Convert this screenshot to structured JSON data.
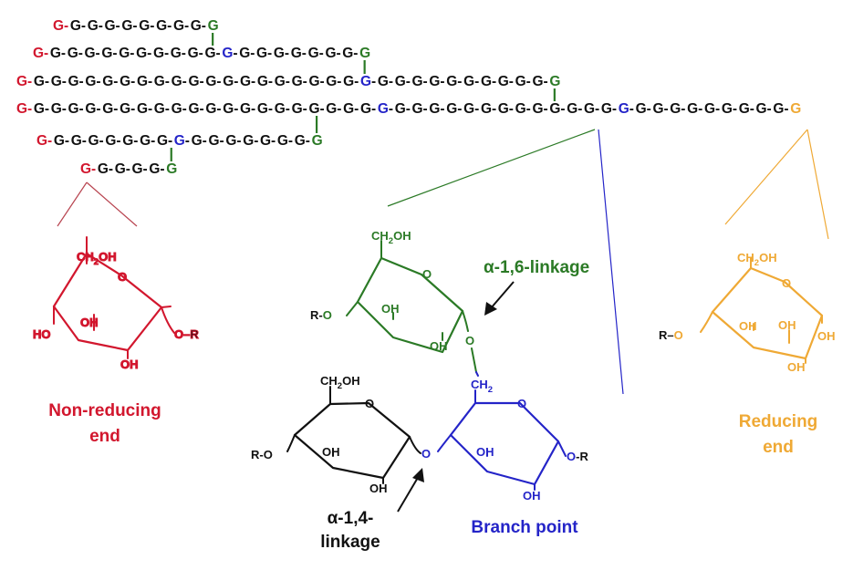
{
  "colors": {
    "red": "#d2172e",
    "green": "#2b7a26",
    "blue": "#2424c8",
    "orange": "#efa935",
    "black": "#111111"
  },
  "glucose_chain": {
    "unit": "G",
    "separator": "-",
    "rows": [
      [
        "r",
        "k",
        "k",
        "k",
        "k",
        "k",
        "k",
        "k",
        "k",
        "g"
      ],
      [
        "r",
        "k",
        "k",
        "k",
        "k",
        "k",
        "k",
        "k",
        "k",
        "k",
        "k",
        "b",
        "k",
        "k",
        "k",
        "k",
        "k",
        "k",
        "k",
        "g"
      ],
      [
        "r",
        "k",
        "k",
        "k",
        "k",
        "k",
        "k",
        "k",
        "k",
        "k",
        "k",
        "k",
        "k",
        "k",
        "k",
        "k",
        "k",
        "k",
        "k",
        "k",
        "b",
        "k",
        "k",
        "k",
        "k",
        "k",
        "k",
        "k",
        "k",
        "k",
        "k",
        "g"
      ],
      [
        "r",
        "k",
        "k",
        "k",
        "k",
        "k",
        "k",
        "k",
        "k",
        "k",
        "k",
        "k",
        "k",
        "k",
        "k",
        "k",
        "k",
        "k",
        "k",
        "k",
        "k",
        "b",
        "k",
        "k",
        "k",
        "k",
        "k",
        "k",
        "k",
        "k",
        "k",
        "k",
        "k",
        "k",
        "k",
        "b",
        "k",
        "k",
        "k",
        "k",
        "k",
        "k",
        "k",
        "k",
        "k",
        "o"
      ],
      [
        "r",
        "k",
        "k",
        "k",
        "k",
        "k",
        "k",
        "k",
        "b",
        "k",
        "k",
        "k",
        "k",
        "k",
        "k",
        "k",
        "g"
      ],
      [
        "r",
        "k",
        "k",
        "k",
        "k",
        "g"
      ]
    ]
  },
  "atoms": {
    "ch2oh": "CH",
    "sub2": "2",
    "oh": "OH",
    "o": "O",
    "ho": "HO",
    "r_o": "R-O",
    "o_r": "O-R",
    "r_o_dash": "R–O",
    "o_dash_r": "O–R",
    "ch2": "CH"
  },
  "labels": {
    "non_reducing_line1": "Non-reducing",
    "non_reducing_line2": "end",
    "reducing_line1": "Reducing",
    "reducing_line2": "end",
    "alpha16": "α-1,6-linkage",
    "alpha14_line1": "α-1,4-",
    "alpha14_line2": "linkage",
    "branch_point": "Branch point"
  }
}
